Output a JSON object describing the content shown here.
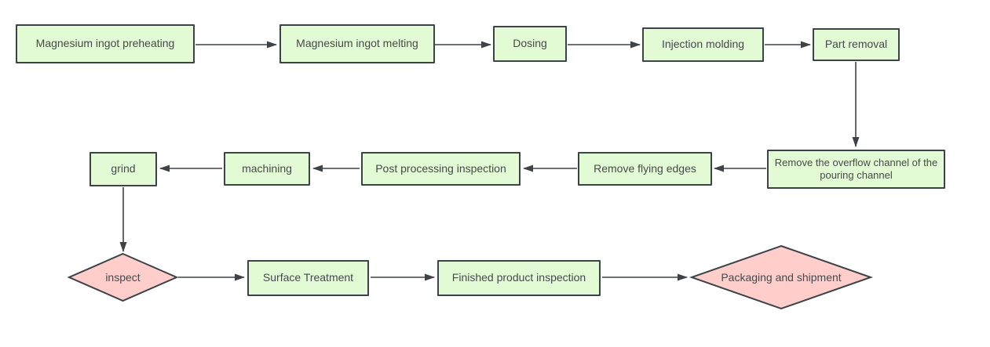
{
  "diagram": {
    "type": "flowchart",
    "colors": {
      "canvas_bg": "#ffffff",
      "process_fill": "#e3fbd4",
      "decision_fill": "#ffcecb",
      "node_border": "#3b4248",
      "arrow": "#3f4347",
      "text": "#44494d"
    },
    "nodes": {
      "preheating": {
        "label": "Magnesium ingot preheating",
        "shape": "process"
      },
      "melting": {
        "label": "Magnesium ingot melting",
        "shape": "process"
      },
      "dosing": {
        "label": "Dosing",
        "shape": "process"
      },
      "injection_molding": {
        "label": "Injection molding",
        "shape": "process"
      },
      "part_removal": {
        "label": "Part removal",
        "shape": "process"
      },
      "remove_overflow": {
        "label": "Remove the overflow channel of the pouring channel",
        "shape": "process"
      },
      "remove_flying_edges": {
        "label": "Remove flying edges",
        "shape": "process"
      },
      "post_inspection": {
        "label": "Post processing inspection",
        "shape": "process"
      },
      "machining": {
        "label": "machining",
        "shape": "process"
      },
      "grind": {
        "label": "grind",
        "shape": "process"
      },
      "inspect": {
        "label": "inspect",
        "shape": "decision"
      },
      "surface_treatment": {
        "label": "Surface Treatment",
        "shape": "process"
      },
      "finished_inspection": {
        "label": "Finished product inspection",
        "shape": "process"
      },
      "packaging": {
        "label": "Packaging and shipment",
        "shape": "decision"
      }
    },
    "edges": [
      {
        "from": "preheating",
        "to": "melting"
      },
      {
        "from": "melting",
        "to": "dosing"
      },
      {
        "from": "dosing",
        "to": "injection_molding"
      },
      {
        "from": "injection_molding",
        "to": "part_removal"
      },
      {
        "from": "part_removal",
        "to": "remove_overflow"
      },
      {
        "from": "remove_overflow",
        "to": "remove_flying_edges"
      },
      {
        "from": "remove_flying_edges",
        "to": "post_inspection"
      },
      {
        "from": "post_inspection",
        "to": "machining"
      },
      {
        "from": "machining",
        "to": "grind"
      },
      {
        "from": "grind",
        "to": "inspect"
      },
      {
        "from": "inspect",
        "to": "surface_treatment"
      },
      {
        "from": "surface_treatment",
        "to": "finished_inspection"
      },
      {
        "from": "finished_inspection",
        "to": "packaging"
      }
    ]
  }
}
